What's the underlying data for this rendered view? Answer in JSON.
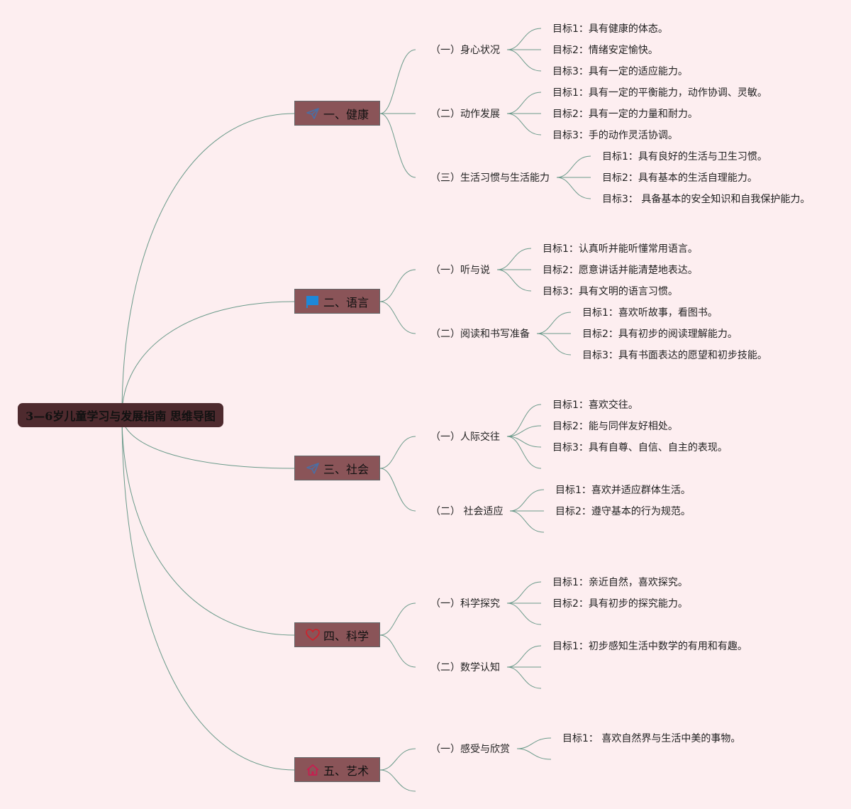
{
  "root": {
    "title": "3—6岁儿童学习与发展指南 思维导图"
  },
  "topics": [
    {
      "label": "一、健康",
      "icon": "paper-plane-icon",
      "subs": [
        {
          "label": "（一）身心状况",
          "goals": [
            "目标1：具有健康的体态。",
            "目标2：情绪安定愉快。",
            "目标3：具有一定的适应能力。"
          ]
        },
        {
          "label": "（二）动作发展",
          "goals": [
            "目标1：具有一定的平衡能力，动作协调、灵敏。",
            "目标2：具有一定的力量和耐力。",
            "目标3：手的动作灵活协调。"
          ]
        },
        {
          "label": "（三）生活习惯与生活能力",
          "goals": [
            "目标1：具有良好的生活与卫生习惯。",
            "目标2：具有基本的生活自理能力。",
            "目标3： 具备基本的安全知识和自我保护能力。"
          ]
        }
      ]
    },
    {
      "label": "二、语言",
      "icon": "blue-flag-icon",
      "subs": [
        {
          "label": "（一）听与说",
          "goals": [
            "目标1：认真听并能听懂常用语言。",
            "目标2：愿意讲话并能清楚地表达。",
            "目标3：具有文明的语言习惯。"
          ]
        },
        {
          "label": "（二）阅读和书写准备",
          "goals": [
            "目标1：喜欢听故事，看图书。",
            "目标2：具有初步的阅读理解能力。",
            "目标3：具有书面表达的愿望和初步技能。"
          ]
        }
      ]
    },
    {
      "label": "三、社会",
      "icon": "paper-plane-icon",
      "subs": [
        {
          "label": "（一）人际交往",
          "goals": [
            "目标1：喜欢交往。",
            "目标2：能与同伴友好相处。",
            "目标3：具有自尊、自信、自主的表现。"
          ]
        },
        {
          "label": "（二） 社会适应",
          "goals": [
            "目标1：喜欢并适应群体生活。",
            "目标2：遵守基本的行为规范。"
          ]
        }
      ]
    },
    {
      "label": "四、科学",
      "icon": "heart-icon",
      "subs": [
        {
          "label": "（一）科学探究",
          "goals": [
            "目标1：亲近自然，喜欢探究。",
            "目标2：具有初步的探究能力。"
          ]
        },
        {
          "label": "（二）数学认知",
          "goals": [
            "目标1：初步感知生活中数学的有用和有趣。"
          ]
        }
      ]
    },
    {
      "label": "五、艺术",
      "icon": "home-icon",
      "subs": [
        {
          "label": "（一）感受与欣赏",
          "goals": [
            "目标1： 喜欢自然界与生活中美的事物。"
          ]
        }
      ]
    }
  ],
  "colors": {
    "background": "#fdeef0",
    "root_fill": "#4e2a2e",
    "topic_fill": "#8a5458",
    "link": "#6a9a8a",
    "plane_icon": "#4a6fa5",
    "flag_icon": "#1e88d8",
    "heart_icon": "#d0202a",
    "home_icon": "#c81e50"
  }
}
